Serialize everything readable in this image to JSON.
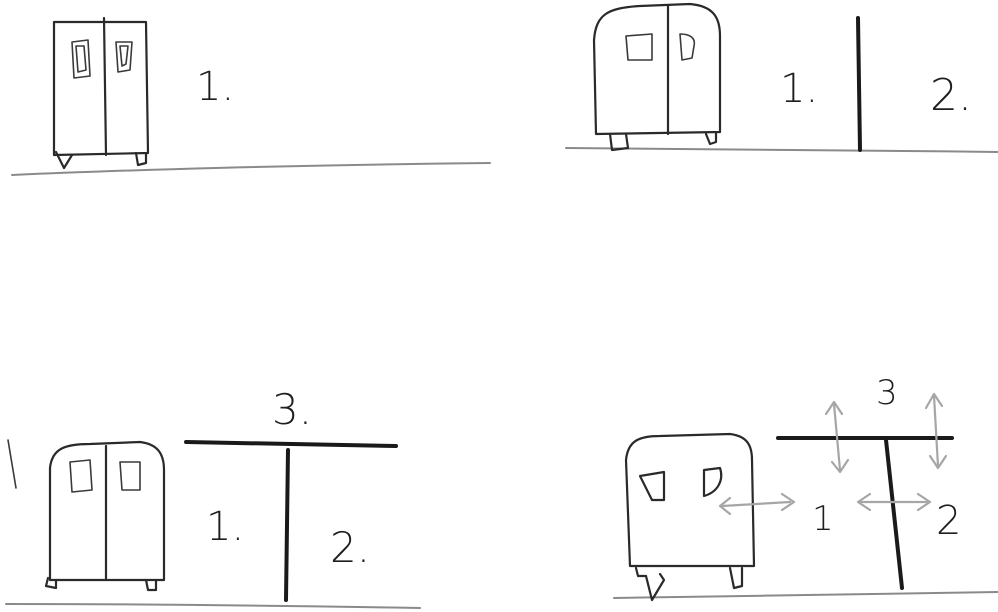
{
  "panels": [
    {
      "labels": [
        "1."
      ]
    },
    {
      "labels": [
        "1.",
        "2."
      ]
    },
    {
      "labels": [
        "3.",
        "1.",
        "2."
      ]
    },
    {
      "labels": [
        "3",
        "1",
        "2"
      ]
    }
  ],
  "colors": {
    "ink": "#2a2a2a",
    "floor": "#8a8a8a",
    "arrows": "#a6a6a6",
    "background": "#ffffff"
  },
  "icons": [
    "double-door-cabinet-icon",
    "divider-wall-icon",
    "double-headed-arrow-icon"
  ]
}
